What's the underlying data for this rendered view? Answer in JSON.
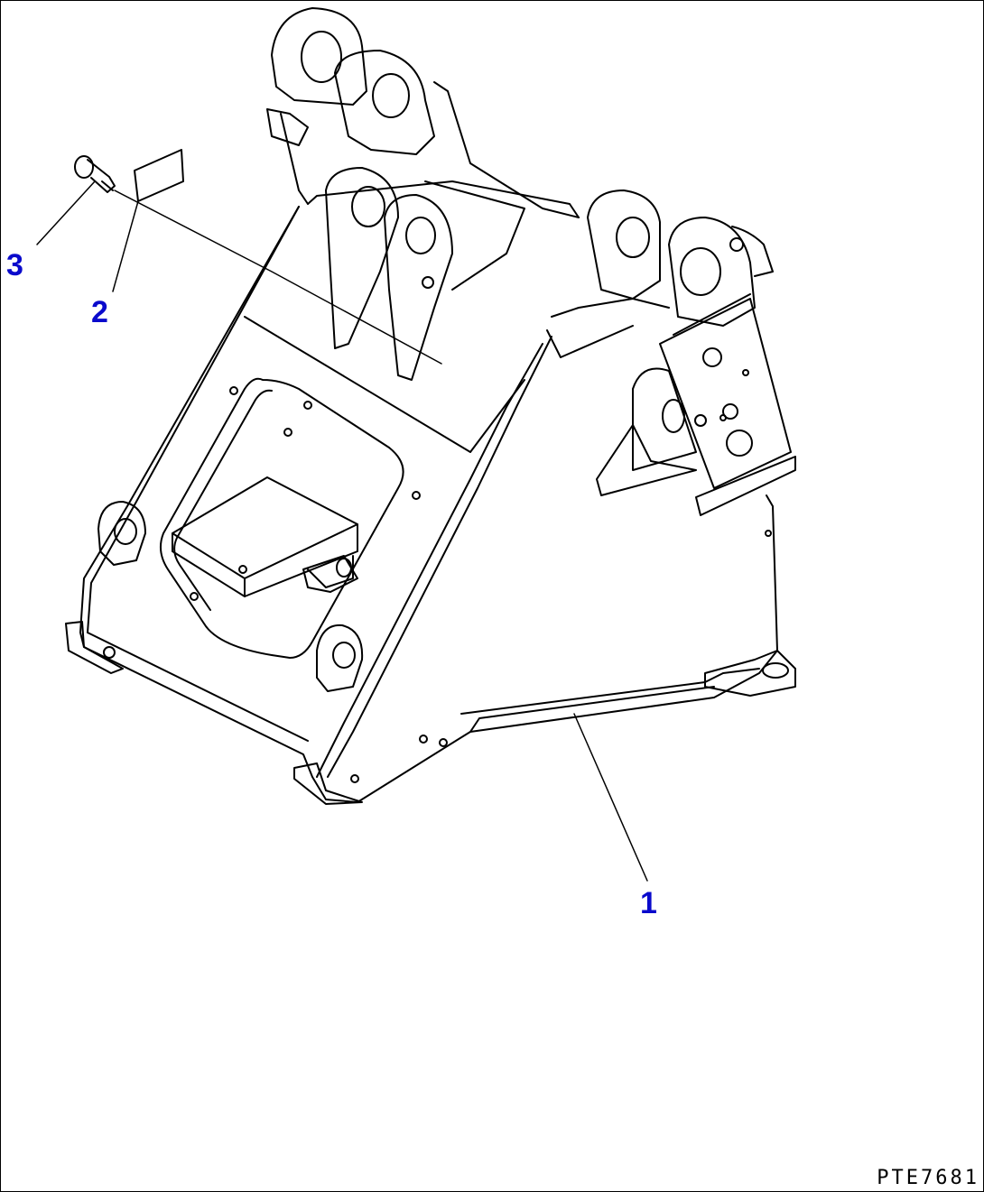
{
  "callouts": {
    "part1": "1",
    "part2": "2",
    "part3": "3"
  },
  "drawing_code": "PTE7681",
  "colors": {
    "callout_text": "#0a0acc",
    "line": "#000000",
    "background": "#ffffff"
  }
}
